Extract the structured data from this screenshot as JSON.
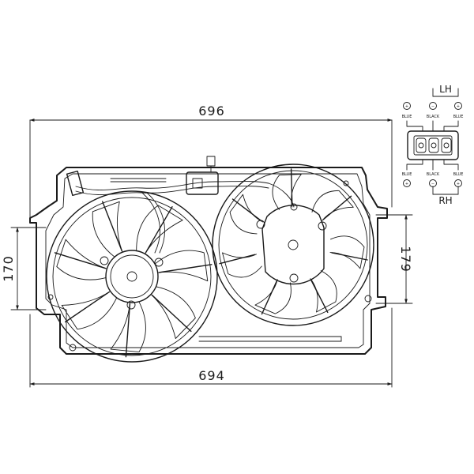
{
  "dimensions": {
    "top_width": "696",
    "bottom_width": "694",
    "left_height": "170",
    "right_height": "179"
  },
  "connector": {
    "lh_label": "LH",
    "rh_label": "RH",
    "top_wires": [
      "BLUE",
      "BLACK",
      "BLUE"
    ],
    "bottom_wires": [
      "BLUE",
      "BLACK",
      "BLUE"
    ],
    "top_polarity": [
      "+",
      "−",
      "+"
    ],
    "bottom_polarity": [
      "+",
      "−",
      "+"
    ]
  }
}
